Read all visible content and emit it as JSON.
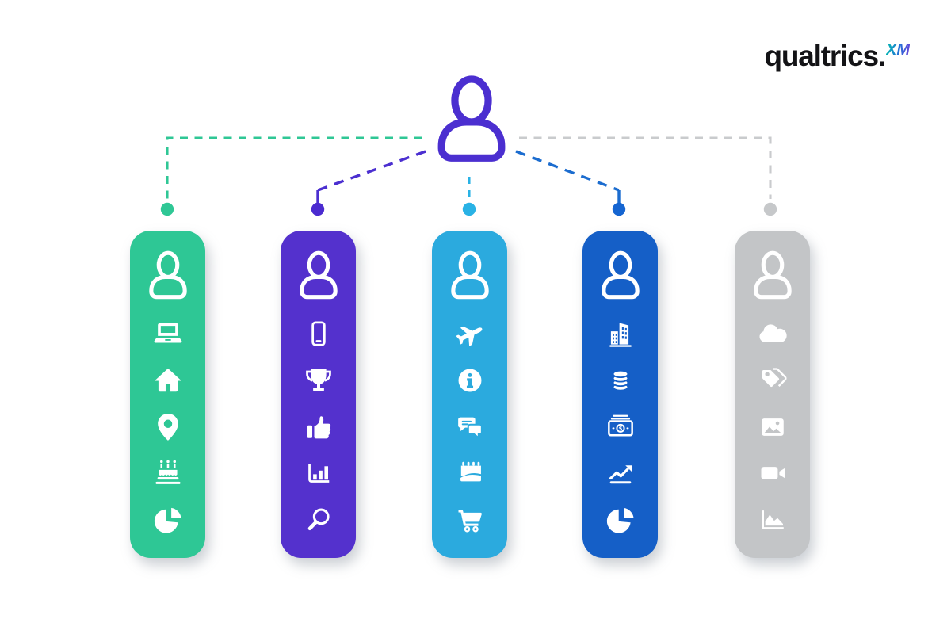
{
  "page": {
    "background": "#ffffff"
  },
  "logo": {
    "wordmark": "qualtrics.",
    "superscript": "XM",
    "color": "#131316",
    "xm_gradient": [
      "#00c0ad",
      "#2470d8",
      "#7040d8"
    ]
  },
  "central": {
    "icon": "person-icon",
    "color": "#4b2fd0"
  },
  "columns": [
    {
      "id": "column-1",
      "color": "#2ec795",
      "dot_color": "#2fc795",
      "connector_color": "#2fc795",
      "icons": [
        "person-icon",
        "laptop-icon",
        "home-icon",
        "map-marker-icon",
        "birthday-cake-icon",
        "pie-chart-icon"
      ]
    },
    {
      "id": "column-2",
      "color": "#5431cd",
      "dot_color": "#4b2bd0",
      "connector_color": "#4b2fd0",
      "icons": [
        "person-icon",
        "smartphone-icon",
        "trophy-icon",
        "thumbs-up-icon",
        "bar-chart-icon",
        "search-icon"
      ]
    },
    {
      "id": "column-3",
      "color": "#2baade",
      "dot_color": "#29b2e5",
      "connector_color": "#29b2e5",
      "icons": [
        "person-icon",
        "airplane-icon",
        "info-icon",
        "chat-bubbles-icon",
        "calendar-icon",
        "shopping-cart-icon"
      ]
    },
    {
      "id": "column-4",
      "color": "#155fc7",
      "dot_color": "#1565d1",
      "connector_color": "#1b6ccf",
      "icons": [
        "person-icon",
        "city-buildings-icon",
        "coins-icon",
        "money-bill-icon",
        "trend-up-icon",
        "pie-chart-icon"
      ]
    },
    {
      "id": "column-5",
      "color": "#c3c5c7",
      "dot_color": "#c6c8ca",
      "connector_color": "#c9cbcd",
      "icons": [
        "person-icon",
        "cloud-icon",
        "price-tags-icon",
        "image-icon",
        "video-camera-icon",
        "area-chart-icon"
      ]
    }
  ]
}
